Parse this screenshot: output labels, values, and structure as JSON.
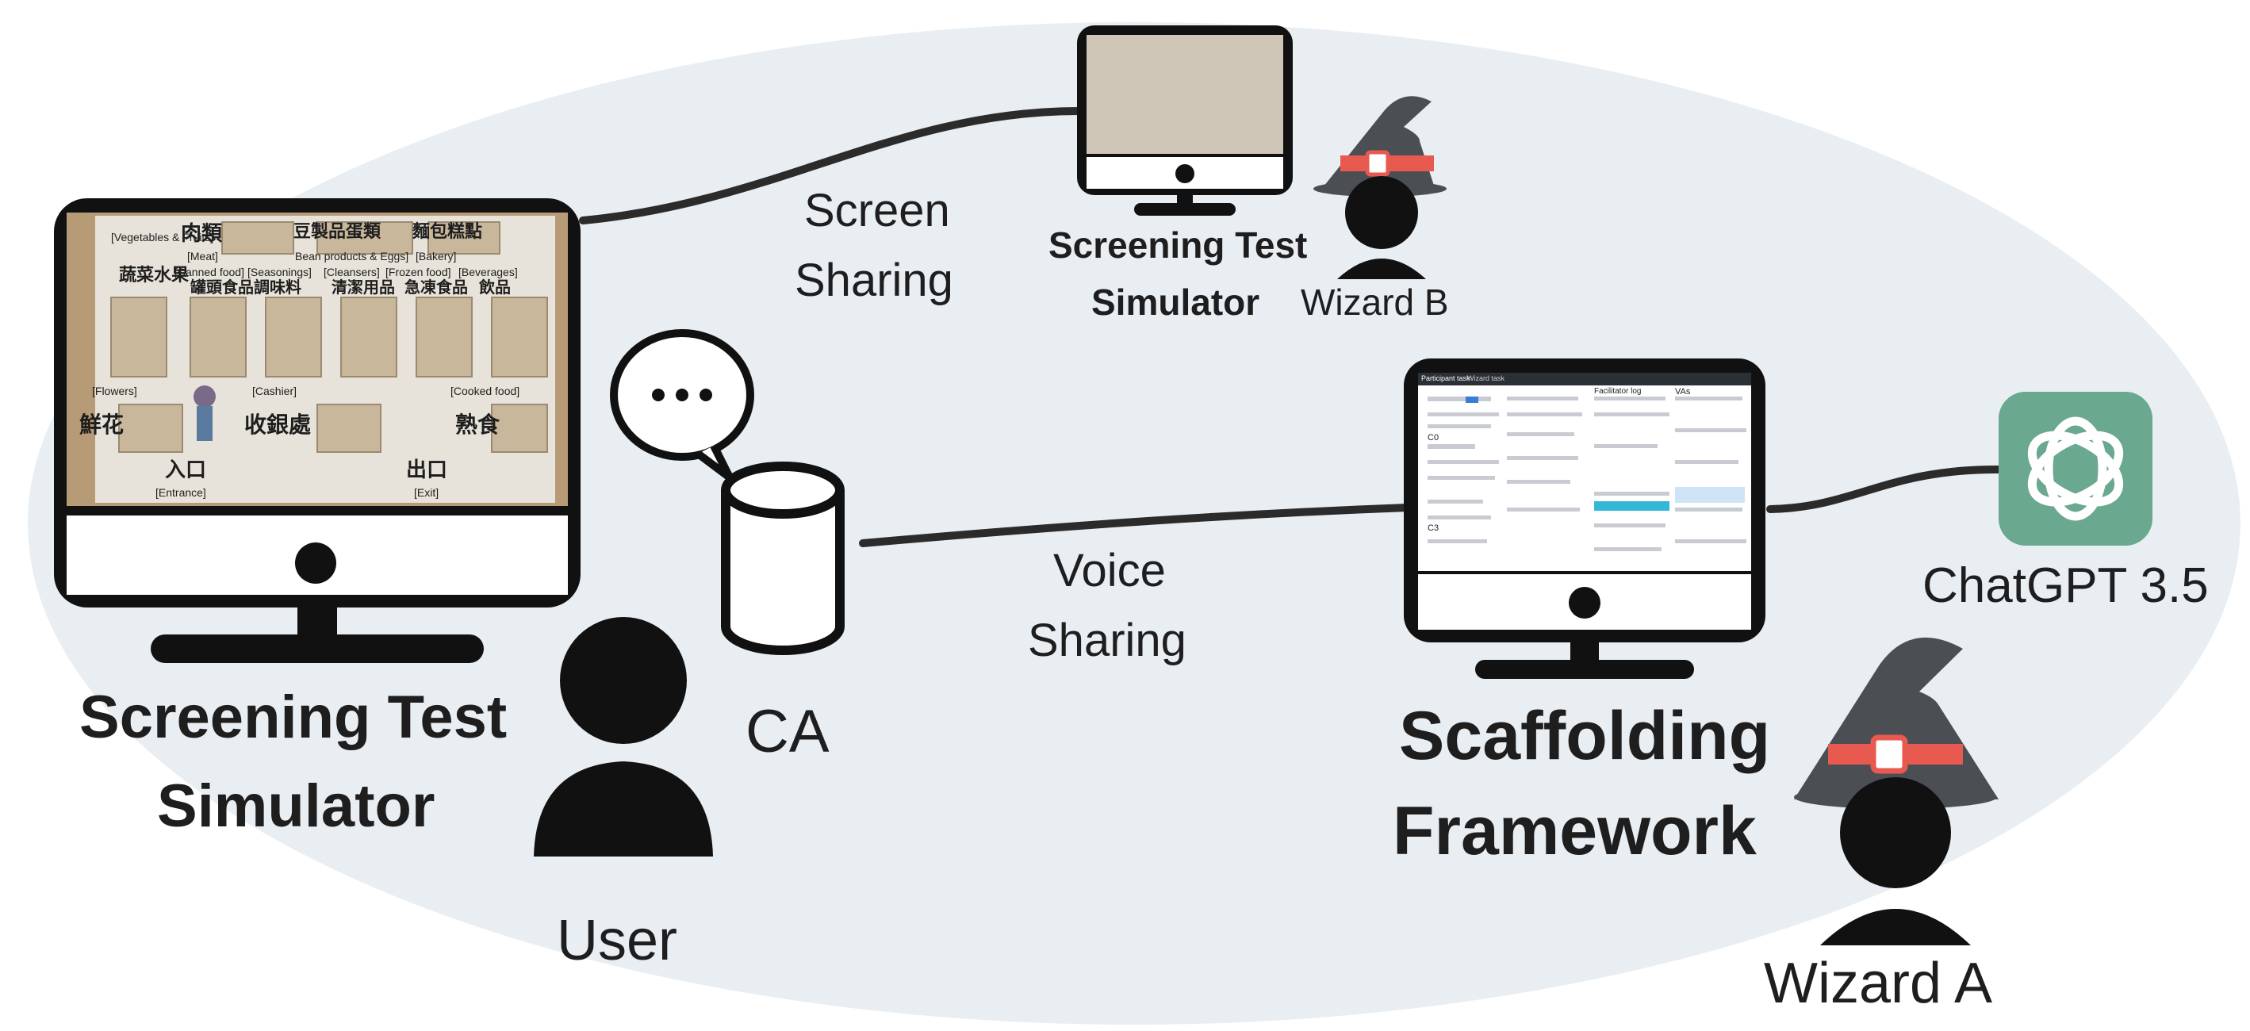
{
  "diagram": {
    "colors": {
      "background_ellipse": "#e9eef3",
      "ink": "#111111",
      "chatgpt_tile": "#6aa88f",
      "hat": "#4b4f54",
      "hat_band": "#e85a4f"
    },
    "main_simulator": {
      "title_line1": "Screening Test",
      "title_line2": "Simulator",
      "screen_labels": [
        "[Vegetables & Fruits]",
        "肉類",
        "[Meat]",
        "豆製品蛋類",
        "Bean products & Eggs]",
        "麵包糕點",
        "[Bakery]",
        "蔬菜水果",
        "[Canned food]",
        "罐頭食品",
        "[Seasonings]",
        "調味料",
        "[Cleansers]",
        "清潔用品",
        "[Frozen food]",
        "急凍食品",
        "[Beverages]",
        "飲品",
        "[Flowers]",
        "鮮花",
        "[Cashier]",
        "收銀處",
        "[Cooked food]",
        "熟食",
        "入口",
        "[Entrance]",
        "出口",
        "[Exit]"
      ]
    },
    "remote_simulator": {
      "title_line1": "Screening Test",
      "title_line2": "Simulator"
    },
    "wizard_b": "Wizard B",
    "wizard_a": "Wizard A",
    "screen_sharing": {
      "line1": "Screen",
      "line2": "Sharing"
    },
    "voice_sharing": {
      "line1": "Voice",
      "line2": "Sharing"
    },
    "ca": {
      "label": "CA",
      "speech_bubble": "..."
    },
    "user": "User",
    "framework": {
      "title_line1": "Scaffolding",
      "title_line2": "Framework",
      "screen_headers": [
        "Participant task",
        "Wizard task",
        "Facilitator log",
        "VAs",
        "C0",
        "C3"
      ]
    },
    "chatgpt": "ChatGPT 3.5"
  }
}
